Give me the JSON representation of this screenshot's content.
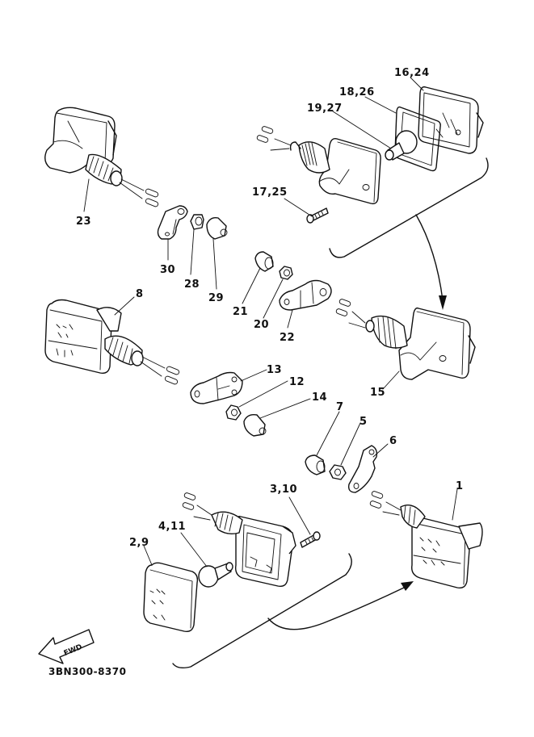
{
  "diagram": {
    "title": "Flasher / turn signal light exploded parts diagram",
    "drawing_code": "3BN300-8370",
    "direction_marker": "FWD",
    "labels": {
      "p1": "1",
      "p2_9": "2,9",
      "p3_10": "3,10",
      "p4_11": "4,11",
      "p5": "5",
      "p6": "6",
      "p7": "7",
      "p8": "8",
      "p12": "12",
      "p13": "13",
      "p14": "14",
      "p15": "15",
      "p16_24": "16,24",
      "p17_25": "17,25",
      "p18_26": "18,26",
      "p19_27": "19,27",
      "p20": "20",
      "p21": "21",
      "p22": "22",
      "p23": "23",
      "p28": "28",
      "p29": "29",
      "p30": "30"
    },
    "components": [
      {
        "id": "rear-left-flasher",
        "ref": "23"
      },
      {
        "id": "rear-right-flasher-exploded",
        "refs": [
          "16,24",
          "17,25",
          "18,26",
          "19,27"
        ]
      },
      {
        "id": "rear-right-flasher",
        "ref": "15"
      },
      {
        "id": "front-left-flasher",
        "ref": "8"
      },
      {
        "id": "front-right-flasher-exploded",
        "refs": [
          "2,9",
          "3,10",
          "4,11"
        ]
      },
      {
        "id": "front-right-flasher",
        "ref": "1"
      }
    ]
  }
}
